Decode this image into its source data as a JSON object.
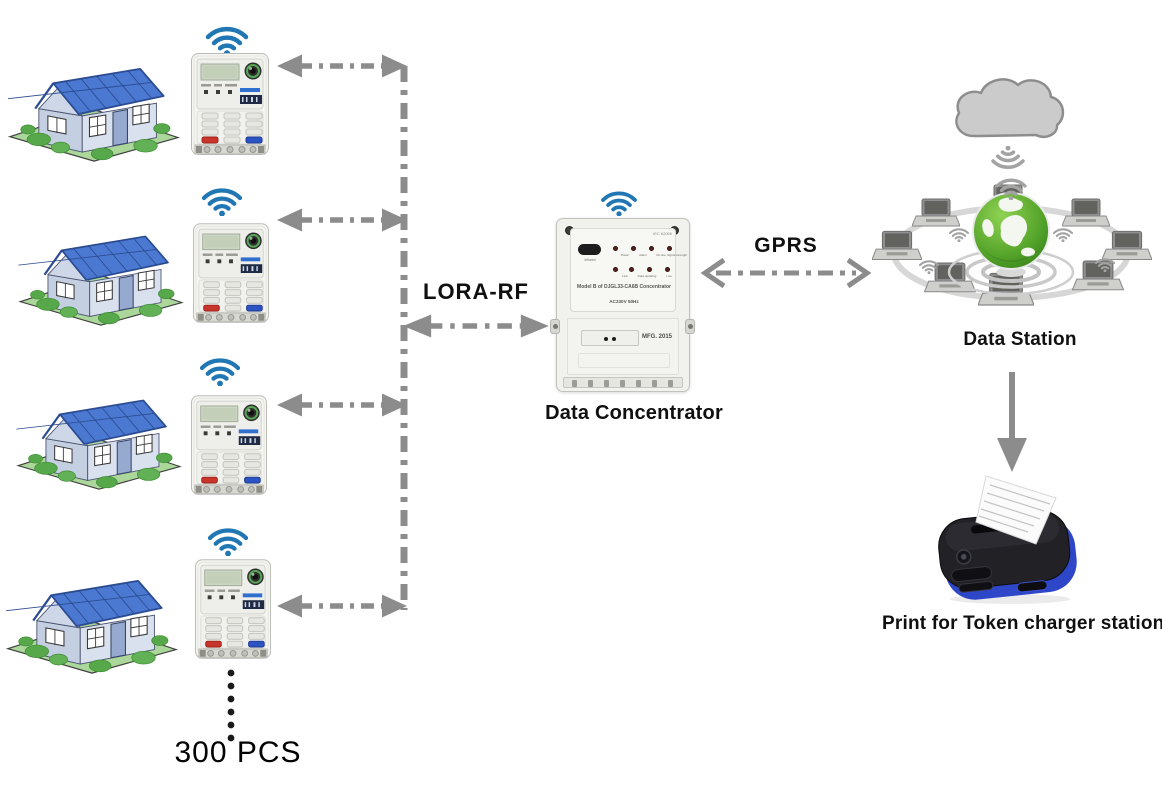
{
  "diagram": {
    "lora_label": "LORA-RF",
    "gprs_label": "GPRS",
    "concentrator_label": "Data Concentrator",
    "station_label": "Data Station",
    "printer_label": "Print for Token charger station",
    "meter_count_label": "300 PCS"
  },
  "concentrator_device": {
    "standard": "IEC 62056",
    "infrared": "Infrared",
    "leds_row1": [
      "Power",
      "Alarm",
      "On-line",
      "Signal strength"
    ],
    "leds_row2": [
      "Link",
      "Data updating",
      "Low"
    ],
    "model": "Model B of DJGL33-CA6B Concentrator",
    "rating": "AC230V 50Hz",
    "mfg": "MFG. 2015"
  },
  "icons": {
    "wifi": "wifi-icon (three arcs + dot)",
    "house": "house-icon (blue roof cottage on lawn)",
    "meter": "prepaid-keypad-meter-icon",
    "cloud": "cloud-icon",
    "globe": "green-globe-icon",
    "laptop": "laptop-icon",
    "printer": "mobile-thermal-printer-icon",
    "link_arrow": "grey dash-dot double arrow",
    "down_arrow": "grey solid down arrow",
    "backbone": "grey vertical dash-dot line",
    "ellipsis": "vertical dotted continuation"
  },
  "colors": {
    "wifi_blue": "#2077b4",
    "arrow_grey": "#8c8c8c",
    "roof_blue": "#4b79d2",
    "lawn_green": "#abd79a",
    "globe_green": "#4f9c25",
    "printer_blue": "#2e46c8",
    "label_text": "#101010"
  }
}
